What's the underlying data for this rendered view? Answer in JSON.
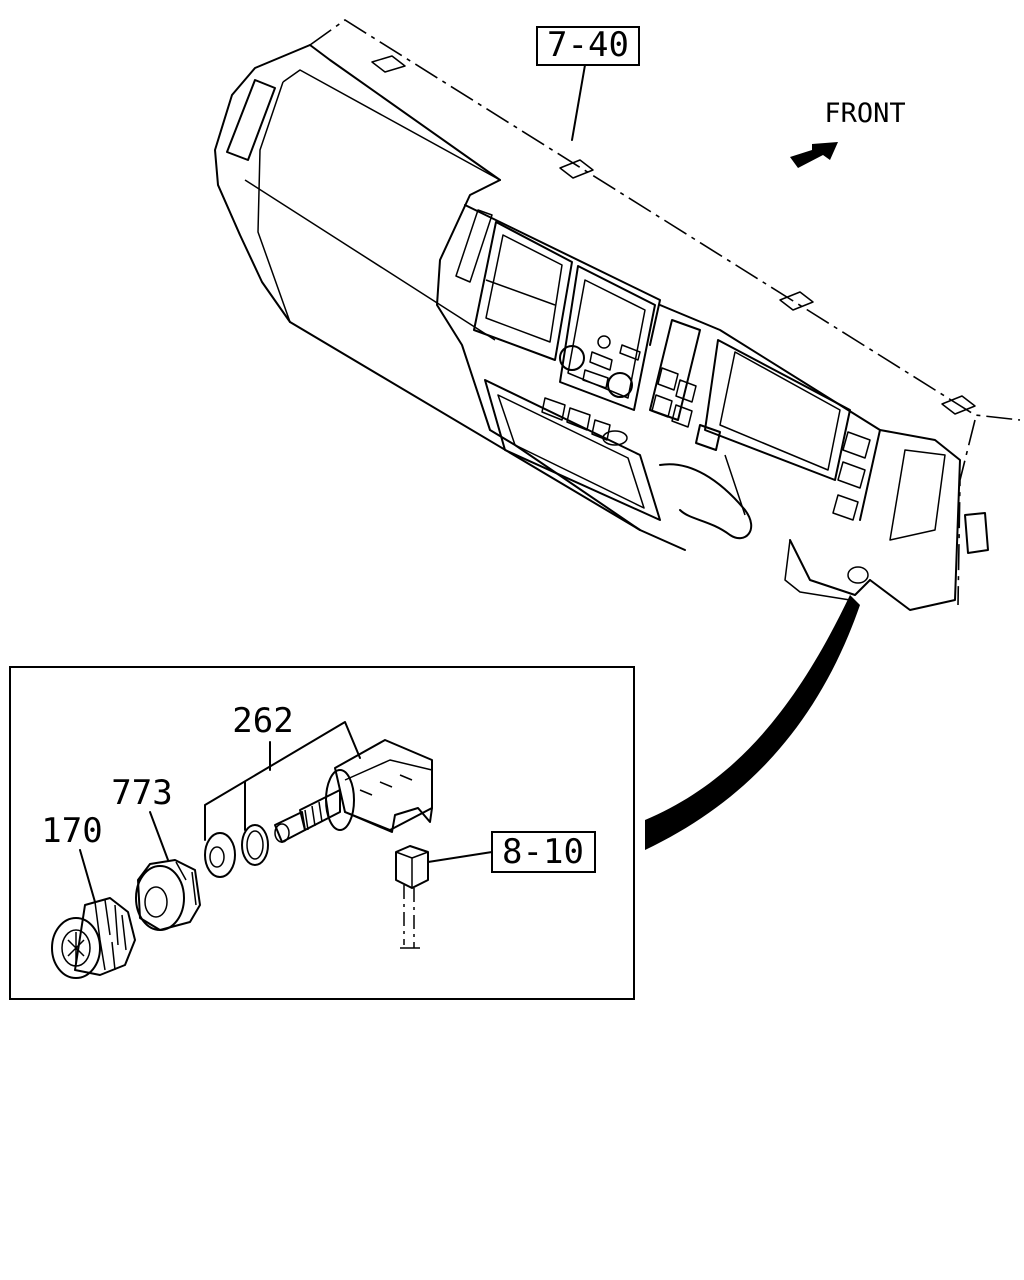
{
  "callouts": {
    "ref_top": "7-40",
    "front": "FRONT",
    "part_switch": "262",
    "part_nut": "773",
    "part_knob": "170",
    "ref_connector": "8-10"
  },
  "colors": {
    "line": "#000000",
    "background": "#ffffff"
  }
}
